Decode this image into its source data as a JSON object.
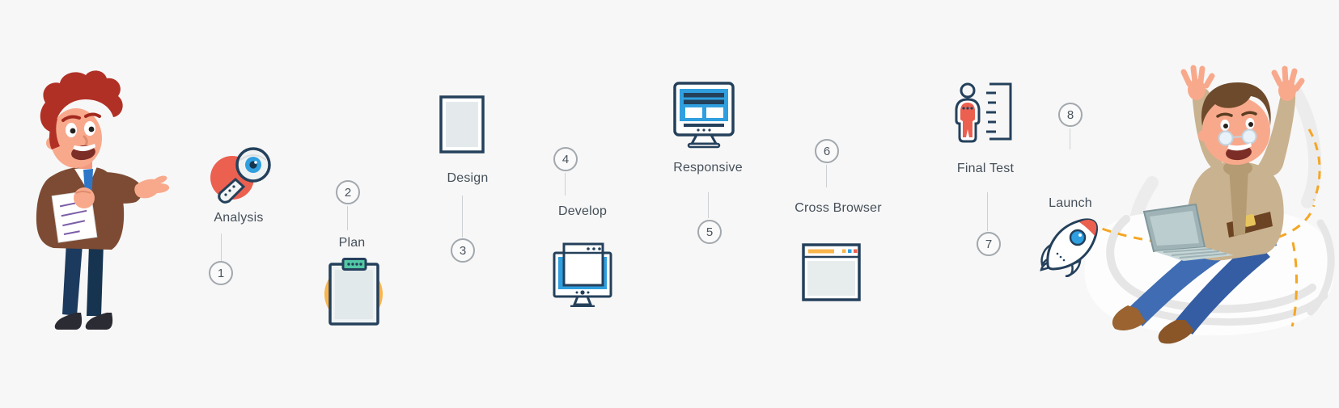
{
  "background": "#f7f7f7",
  "colors": {
    "accent_red": "#ec6050",
    "navy_outline": "#24405b",
    "blue": "#2f9fe0",
    "green_clip": "#52c9a4",
    "orange": "#f9b54c",
    "badge_border": "#a2a8ad",
    "label_text": "#454f59",
    "connector_line": "#cdd0d3"
  },
  "steps": [
    {
      "number": "1",
      "label": "Analysis",
      "icon": "magnifier-eye-analysis-icon"
    },
    {
      "number": "2",
      "label": "Plan",
      "icon": "clipboard-plan-icon"
    },
    {
      "number": "3",
      "label": "Design",
      "icon": "tablet-design-icon"
    },
    {
      "number": "4",
      "label": "Develop",
      "icon": "monitor-code-window-icon"
    },
    {
      "number": "5",
      "label": "Responsive",
      "icon": "monitor-layout-icon"
    },
    {
      "number": "6",
      "label": "Cross Browser",
      "icon": "browser-window-icon"
    },
    {
      "number": "7",
      "label": "Final Test",
      "icon": "person-measure-test-icon"
    },
    {
      "number": "8",
      "label": "Launch",
      "icon": "rocket-launch-icon"
    }
  ],
  "illustrations": {
    "left": "presenter-man-illustration",
    "right": "celebrating-man-on-beanbag-illustration"
  }
}
